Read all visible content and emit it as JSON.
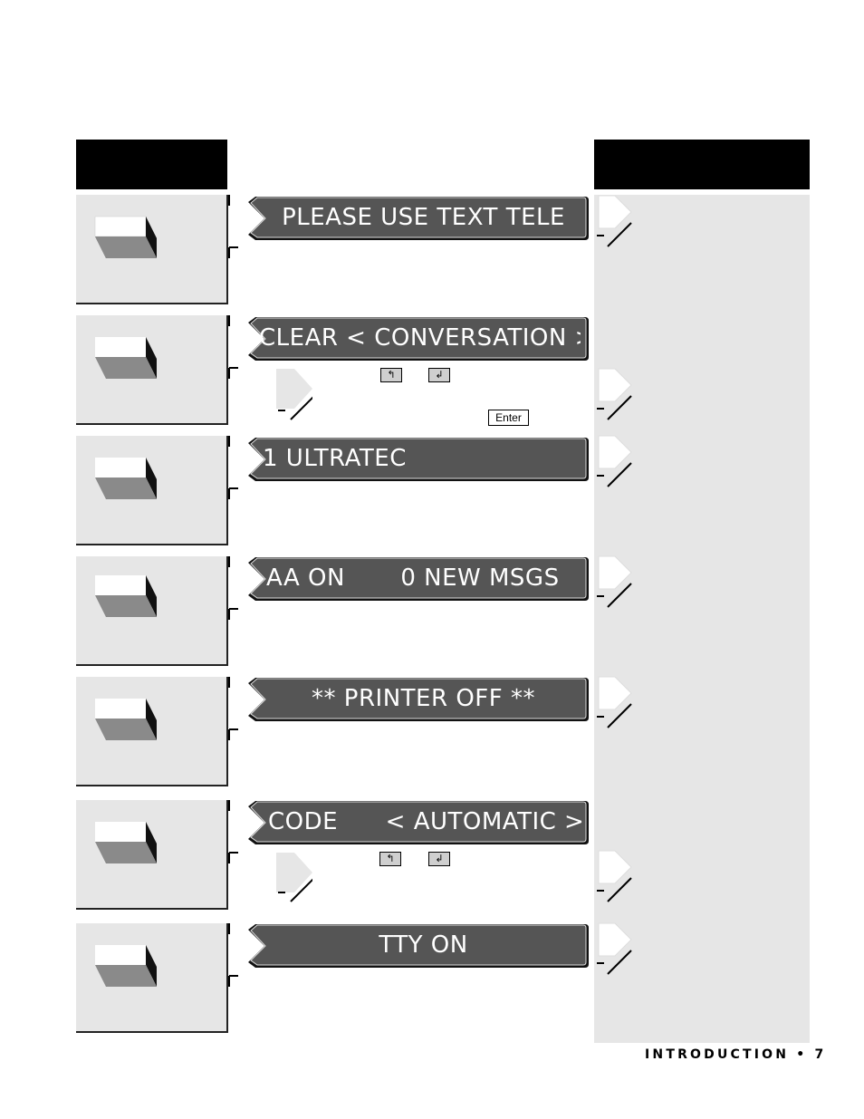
{
  "displays": [
    {
      "text": "PLEASE USE TEXT TELE",
      "align": "center"
    },
    {
      "text": "CLEAR < CONVERSATION >",
      "align": "left"
    },
    {
      "text": "1 ULTRATEC",
      "align": "left"
    },
    {
      "text": "AA ON       0 NEW MSGS",
      "align": "left"
    },
    {
      "text": "** PRINTER OFF **",
      "align": "center"
    },
    {
      "text": "CODE      < AUTOMATIC >",
      "align": "left"
    },
    {
      "text": "TTY ON",
      "align": "center"
    }
  ],
  "keys": {
    "left_arrow": "↰",
    "right_arrow": "↲",
    "enter": "Enter"
  },
  "footer": {
    "section": "INTRODUCTION",
    "separator": "•",
    "page": "7"
  }
}
